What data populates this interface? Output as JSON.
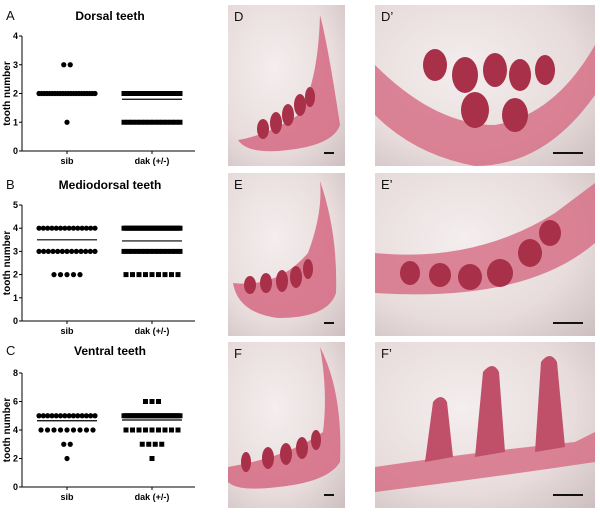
{
  "chart_data": [
    {
      "type": "scatter",
      "panel": "A",
      "title": "Dorsal teeth",
      "ylabel": "tooth number",
      "categories": [
        "sib",
        "dak (+/-)"
      ],
      "ylim": [
        0,
        4
      ],
      "yticks": [
        "0",
        "1",
        "2",
        "3",
        "4"
      ],
      "series": [
        {
          "name": "sib",
          "marker": "circle",
          "points": [
            {
              "y": 3,
              "n": 2
            },
            {
              "y": 2,
              "n": 22
            },
            {
              "y": 1,
              "n": 1
            }
          ],
          "mean": 2.05
        },
        {
          "name": "dak (+/-)",
          "marker": "square",
          "points": [
            {
              "y": 2,
              "n": 40
            },
            {
              "y": 1,
              "n": 14
            }
          ],
          "mean": 1.8
        }
      ]
    },
    {
      "type": "scatter",
      "panel": "B",
      "title": "Mediodorsal teeth",
      "ylabel": "tooth number",
      "categories": [
        "sib",
        "dak (+/-)"
      ],
      "ylim": [
        0,
        5
      ],
      "yticks": [
        "0",
        "1",
        "2",
        "3",
        "4",
        "5"
      ],
      "series": [
        {
          "name": "sib",
          "marker": "circle",
          "points": [
            {
              "y": 4,
              "n": 14
            },
            {
              "y": 3,
              "n": 13
            },
            {
              "y": 2,
              "n": 5
            }
          ],
          "mean": 3.5
        },
        {
          "name": "dak (+/-)",
          "marker": "square",
          "points": [
            {
              "y": 4,
              "n": 30
            },
            {
              "y": 3,
              "n": 14
            },
            {
              "y": 2,
              "n": 9
            }
          ],
          "mean": 3.45
        }
      ]
    },
    {
      "type": "scatter",
      "panel": "C",
      "title": "Ventral teeth",
      "ylabel": "tooth number",
      "categories": [
        "sib",
        "dak (+/-)"
      ],
      "ylim": [
        0,
        8
      ],
      "yticks": [
        "0",
        "2",
        "4",
        "6",
        "8"
      ],
      "series": [
        {
          "name": "sib",
          "marker": "circle",
          "points": [
            {
              "y": 5,
              "n": 14
            },
            {
              "y": 4,
              "n": 9
            },
            {
              "y": 3,
              "n": 2
            },
            {
              "y": 2,
              "n": 1
            }
          ],
          "mean": 4.65
        },
        {
          "name": "dak (+/-)",
          "marker": "square",
          "points": [
            {
              "y": 6,
              "n": 3
            },
            {
              "y": 5,
              "n": 30
            },
            {
              "y": 4,
              "n": 9
            },
            {
              "y": 3,
              "n": 4
            },
            {
              "y": 2,
              "n": 1
            }
          ],
          "mean": 4.7
        }
      ]
    }
  ],
  "photos": [
    {
      "label": "D"
    },
    {
      "label": "D’"
    },
    {
      "label": "E"
    },
    {
      "label": "E’"
    },
    {
      "label": "F"
    },
    {
      "label": "F’"
    }
  ],
  "colors": {
    "tissue": "#c8506a",
    "tooth": "#a83048",
    "marker": "#000000"
  }
}
